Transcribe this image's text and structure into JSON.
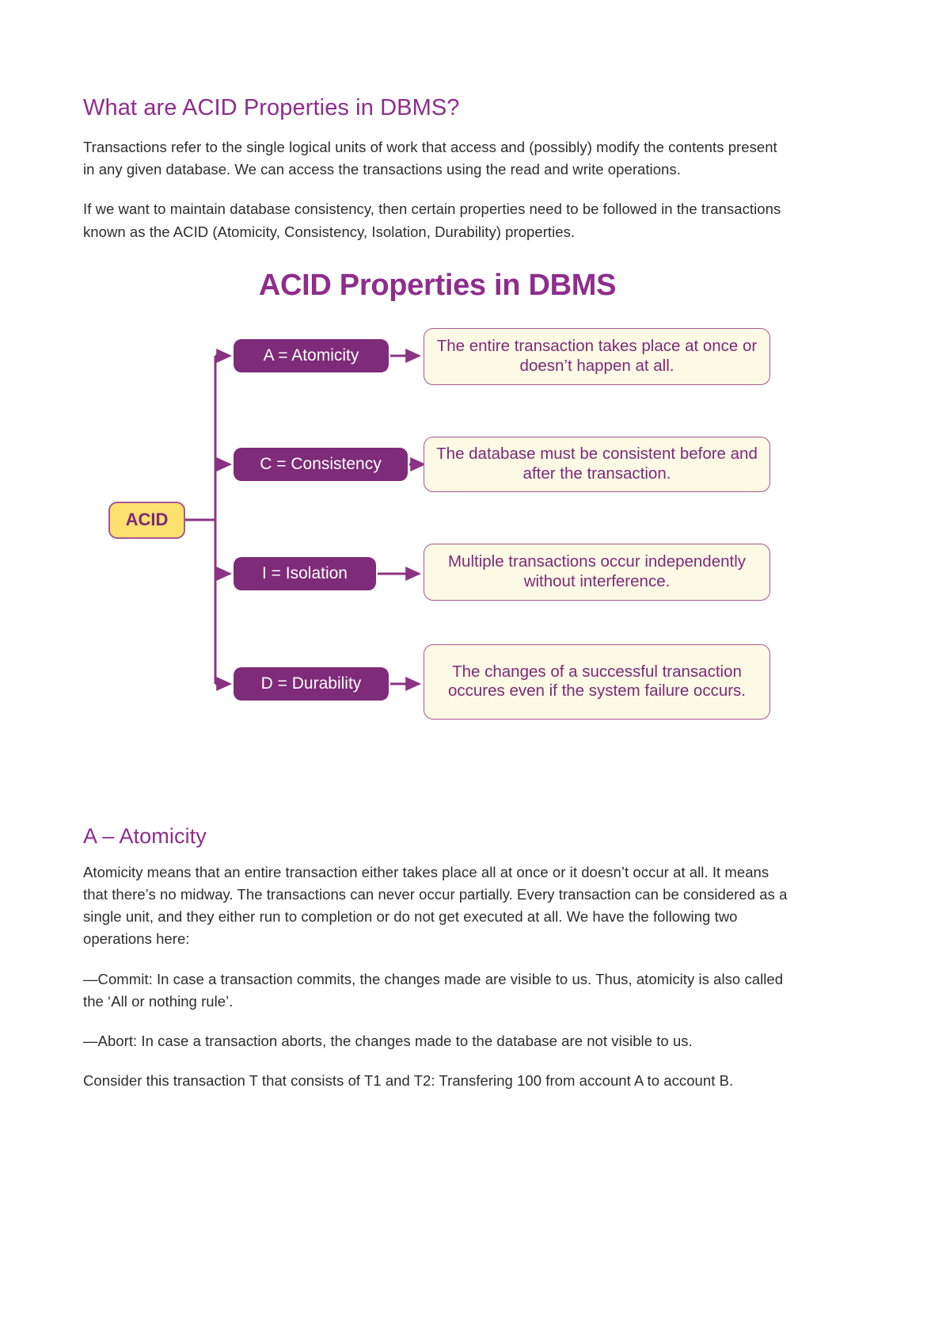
{
  "document": {
    "title": "What are ACID Properties in DBMS?",
    "intro_paragraphs": [
      "Transactions refer to the single logical units of work that access and (possibly) modify the contents present in any given database. We can access the transactions using the read and write operations.",
      "If we want to maintain database consistency, then certain properties need to be followed in the transactions known as the ACID (Atomicity, Consistency, Isolation, Durability) properties."
    ],
    "section": {
      "heading": "A – Atomicity",
      "paragraphs": [
        "Atomicity means that an entire transaction either takes place all at once or it doesn’t occur at all. It means that there’s no midway. The transactions can never occur partially. Every transaction can be considered as a single unit, and they either run to completion or do not get executed at all. We have the following two operations here:",
        "—Commit: In case a transaction commits, the changes made are visible to us. Thus, atomicity is also called the ‘All or nothing rule’.",
        "—Abort: In case a transaction aborts, the changes made to the database are not visible to us.",
        "Consider this transaction T that consists of T1 and T2: Transfering 100 from account A to account B."
      ]
    }
  },
  "figure": {
    "title": "ACID Properties in DBMS",
    "root_label": "ACID",
    "rows": [
      {
        "property": "A = Atomicity",
        "description": "The entire transaction takes place at once or doesn’t happen at all."
      },
      {
        "property": "C = Consistency",
        "description": "The database must be consistent before and after the transaction."
      },
      {
        "property": "I = Isolation",
        "description": "Multiple transactions occur independently without interference."
      },
      {
        "property": "D = Durability",
        "description": "The changes of a successful transaction occures even if the system failure occurs."
      }
    ],
    "colors": {
      "purple": "#7e2b79",
      "purple_border": "#a6588f",
      "yellow_fill": "#fce16f",
      "cream_fill": "#fcf9e4",
      "heading_purple": "#8e2d8c"
    }
  }
}
